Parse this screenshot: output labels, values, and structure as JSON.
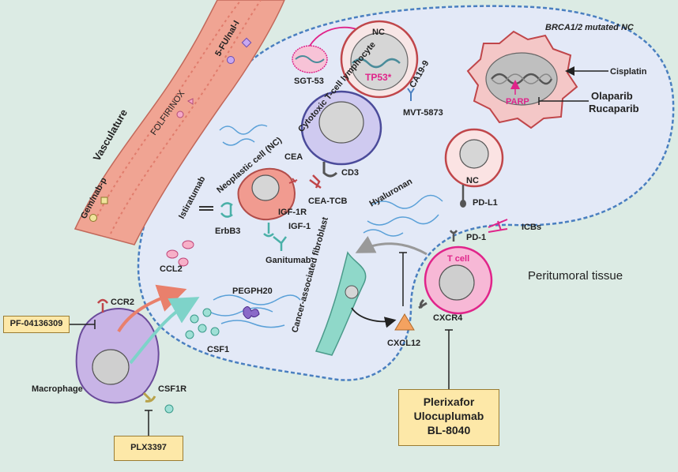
{
  "labels": {
    "vasculature": "Vasculature",
    "folfirinox": "FOLFIRINOX",
    "fu_nal": "5-FU/nal-I",
    "gem_nab": "Gem/nab-p",
    "nc_top": "NC",
    "tp53": "TP53*",
    "sgt53": "SGT-53",
    "ca199": "CA19-9",
    "mvt5873": "MVT-5873",
    "brca": "BRCA1/2 mutated NC",
    "parp": "PARP",
    "cisplatin": "Cisplatin",
    "olaparib": "Olaparib",
    "rucaparib": "Rucaparib",
    "ctl": "Cytotoxic T-cell lymphocyte",
    "cd3": "CD3",
    "cea": "CEA",
    "cea_tcb": "CEA-TCB",
    "nc_cell": "Neoplastic cell (NC)",
    "istiratumab": "Istiratumab",
    "erbb3": "ErbB3",
    "igf1r": "IGF-1R",
    "igf1": "IGF-1",
    "ganitumab": "Ganitumab",
    "nc_right": "NC",
    "pdl1": "PD-L1",
    "pd1": "PD-1",
    "icbs": "ICBs",
    "hyaluronan": "Hyaluronan",
    "tcell": "T cell",
    "peritumoral": "Peritumoral tissue",
    "ccl2": "CCL2",
    "pegph20": "PEGPH20",
    "caf": "Cancer-associated fibroblast",
    "cxcl12": "CXCL12",
    "cxcr4": "CXCR4",
    "csf1": "CSF1",
    "ccr2": "CCR2",
    "macrophage": "Macrophage",
    "csf1r": "CSF1R"
  },
  "boxes": {
    "pf": "PF-04136309",
    "plx": "PLX3397",
    "plerixafor": "Plerixafor",
    "ulocuplumab": "Ulocuplumab",
    "bl8040": "BL-8040"
  },
  "colors": {
    "background": "#dcebe4",
    "tumor": "#e3e9f7",
    "vessel": "#f0a493",
    "box": "#fde8a8",
    "magenta": "#e0248a"
  }
}
